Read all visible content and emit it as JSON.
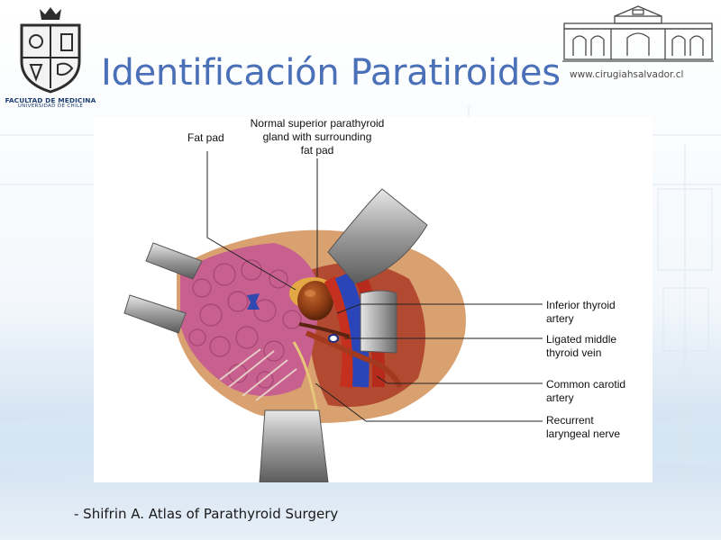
{
  "header": {
    "title": "Identificación Paratiroides",
    "website": "www.cirugiahsalvador.cl",
    "faculty_line1": "FACULTAD DE MEDICINA",
    "faculty_line2": "UNIVERSIDAD DE CHILE"
  },
  "figure": {
    "labels": {
      "fat_pad": "Fat pad",
      "superior_gland": "Normal superior parathyroid\ngland with surrounding\nfat pad",
      "inferior_thyroid_artery": "Inferior thyroid\nartery",
      "middle_thyroid_vein": "Ligated middle\nthyroid vein",
      "common_carotid": "Common carotid\nartery",
      "recurrent_nerve": "Recurrent\nlaryngeal nerve"
    }
  },
  "citation": "- Shifrin A. Atlas of Parathyroid Surgery",
  "colors": {
    "title": "#4a70b8",
    "thyroid": "#c7608f",
    "vein": "#2a45b8",
    "artery": "#c5301e",
    "parathyroid": "#8a3a12"
  },
  "icons": [
    "university-shield-icon",
    "hospital-building-icon"
  ]
}
